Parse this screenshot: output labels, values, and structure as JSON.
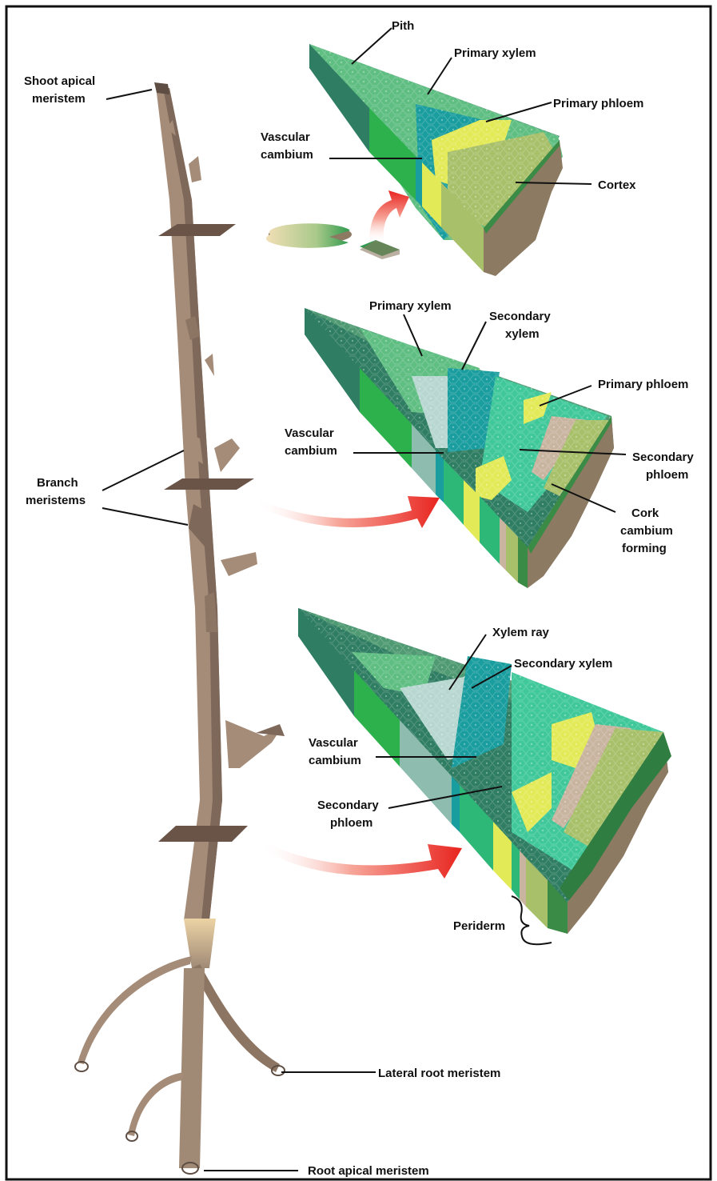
{
  "stem_labels": {
    "shoot_apical_line1": "Shoot apical",
    "shoot_apical_line2": "meristem",
    "branch_line1": "Branch",
    "branch_line2": "meristems",
    "lateral_root": "Lateral root meristem",
    "root_apical": "Root apical meristem"
  },
  "section1": {
    "pith": "Pith",
    "primary_xylem": "Primary xylem",
    "primary_phloem": "Primary phloem",
    "vascular_cambium_line1": "Vascular",
    "vascular_cambium_line2": "cambium",
    "cortex": "Cortex"
  },
  "section2": {
    "primary_xylem": "Primary xylem",
    "secondary_xylem_line1": "Secondary",
    "secondary_xylem_line2": "xylem",
    "primary_phloem": "Primary phloem",
    "vascular_cambium_line1": "Vascular",
    "vascular_cambium_line2": "cambium",
    "secondary_phloem_line1": "Secondary",
    "secondary_phloem_line2": "phloem",
    "cork_line1": "Cork",
    "cork_line2": "cambium",
    "cork_line3": "forming"
  },
  "section3": {
    "xylem_ray": "Xylem ray",
    "secondary_xylem": "Secondary xylem",
    "vascular_cambium_line1": "Vascular",
    "vascular_cambium_line2": "cambium",
    "secondary_phloem_line1": "Secondary",
    "secondary_phloem_line2": "phloem",
    "periderm": "Periderm"
  },
  "colors": {
    "stem": "#a58c78",
    "stem_shadow": "#7e685a",
    "root_base": "#e8cfa3",
    "pith": "#4f9a73",
    "primary_xylem": "#5fbe82",
    "secondary_xylem": "#b7d7d0",
    "cambium": "#1a9d9e",
    "primary_phloem": "#e3ea57",
    "secondary_phloem": "#40c89a",
    "cortex": "#a8c06a",
    "cork": "#c9b4a0",
    "epidermis": "#3a8b45",
    "bark": "#8c7a63",
    "arrow": "#e8241f"
  }
}
